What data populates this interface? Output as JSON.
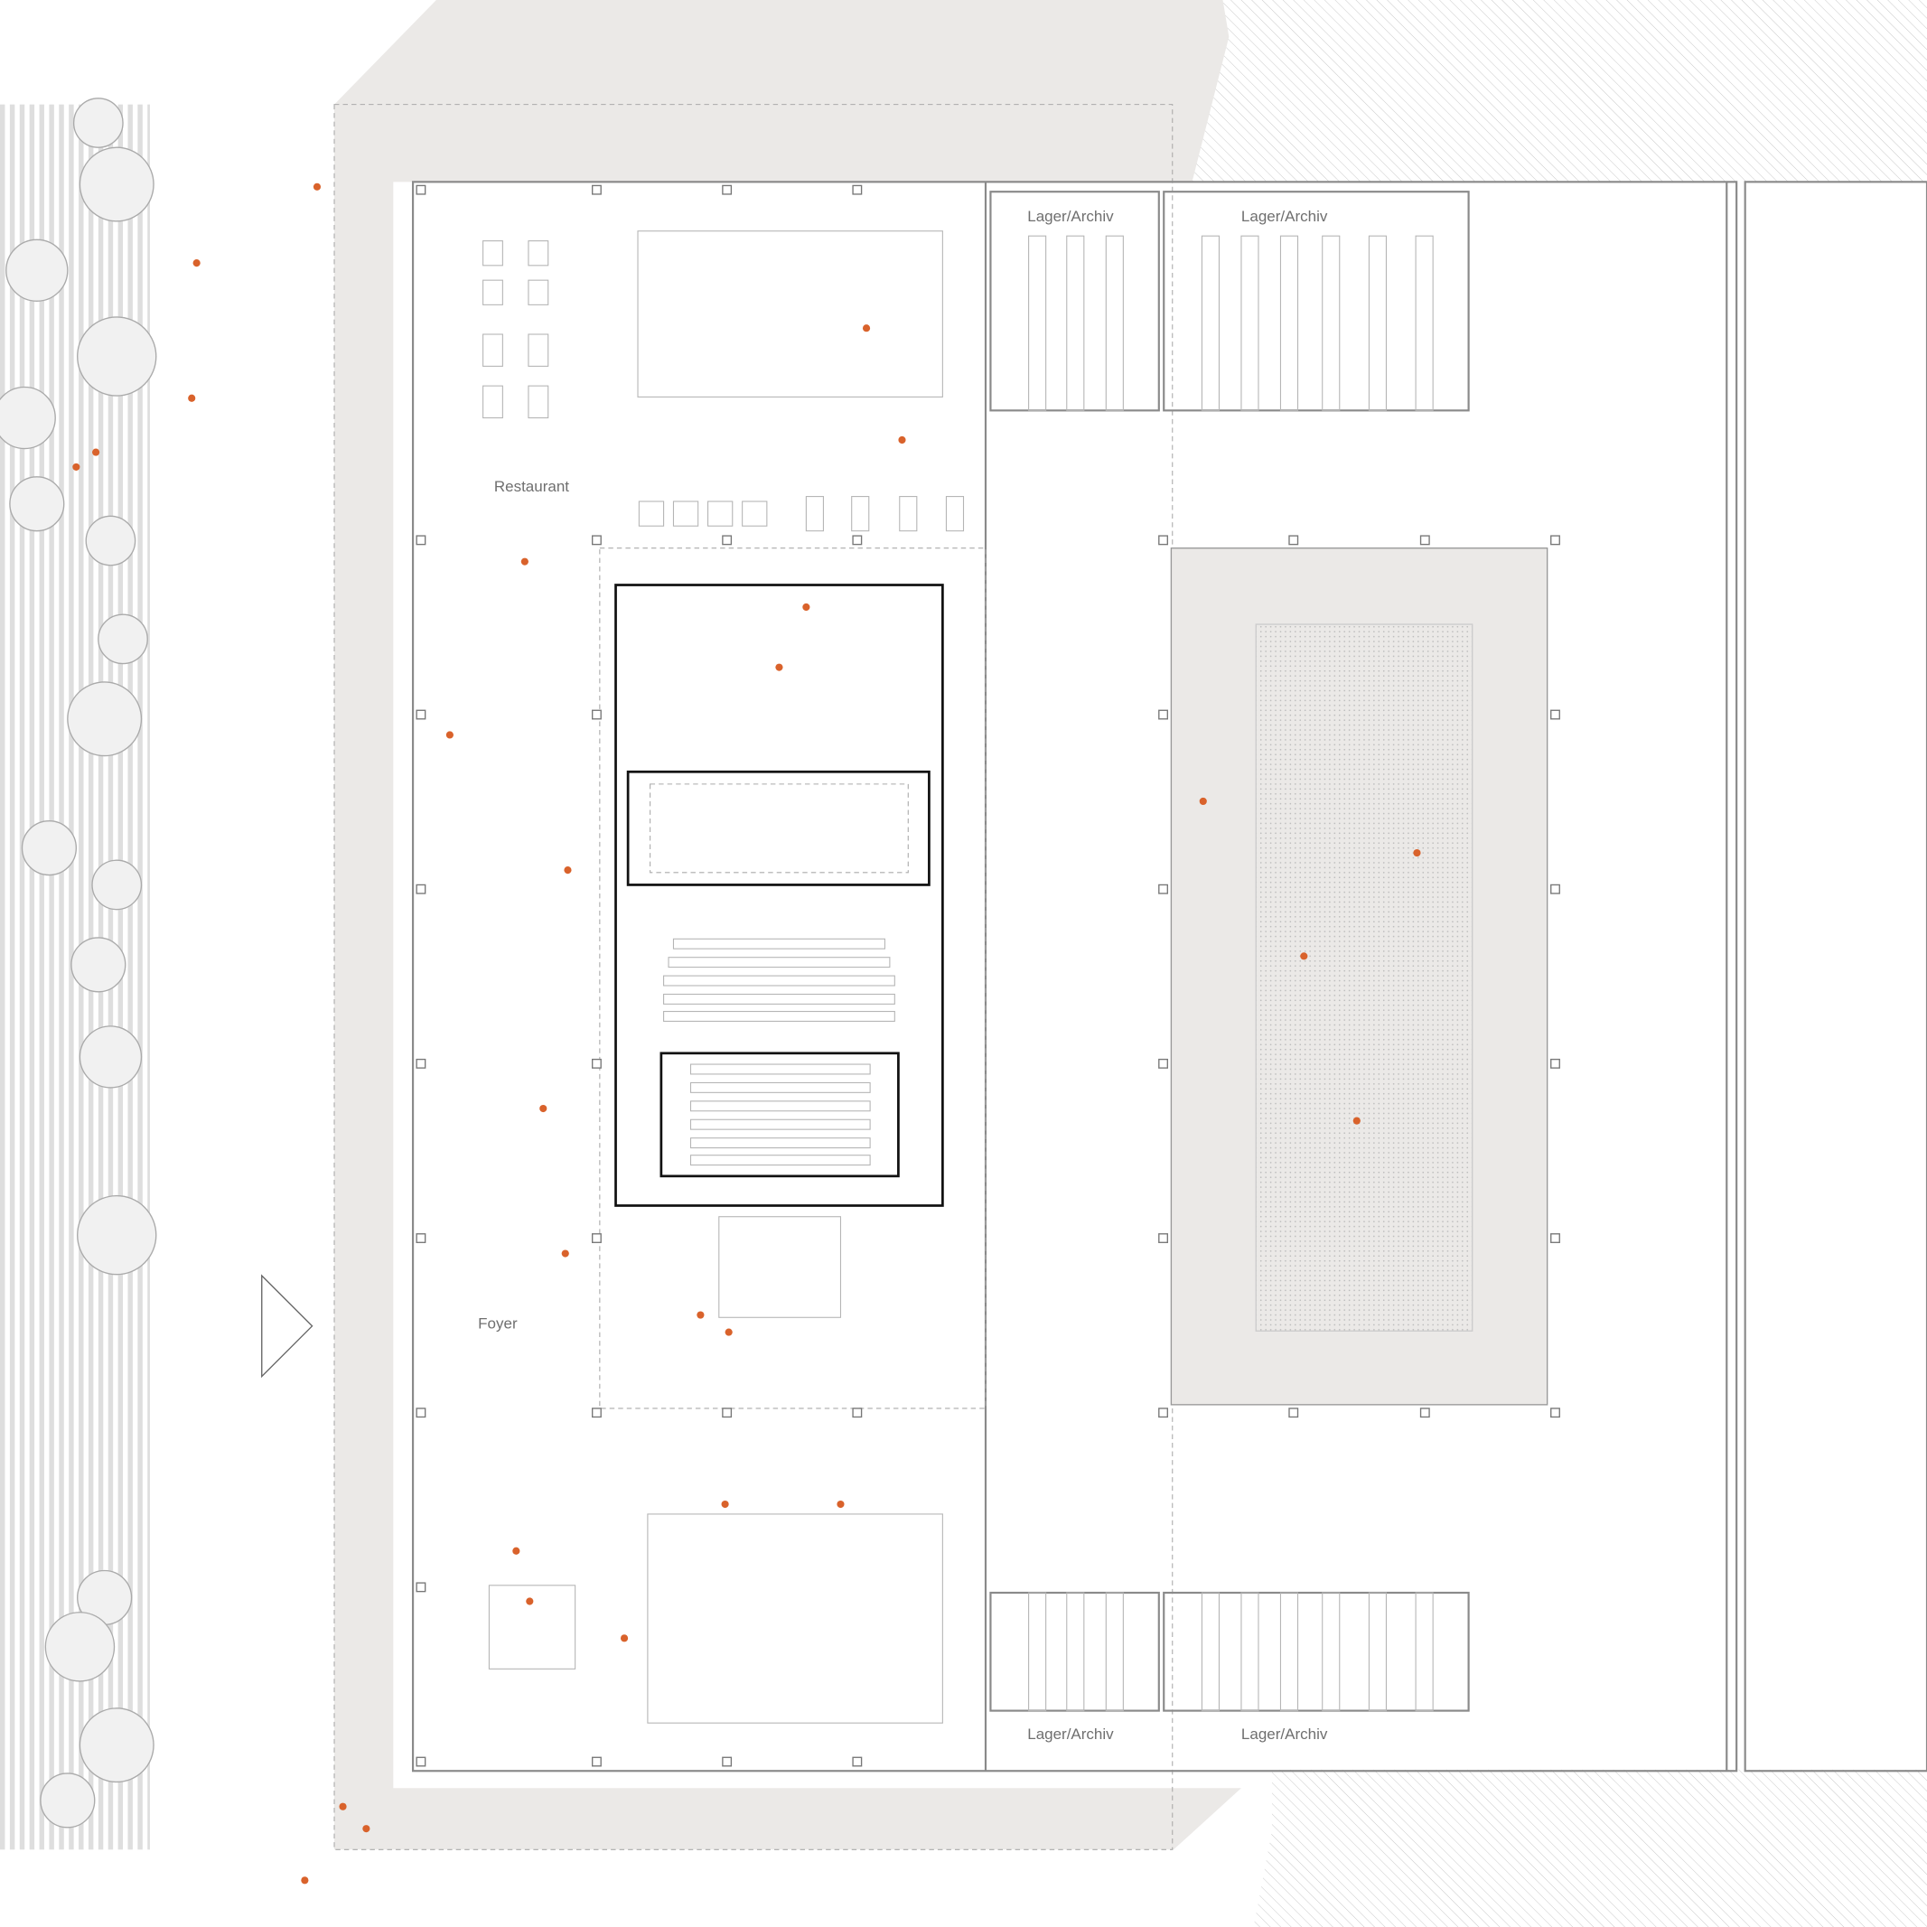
{
  "title": "Floor plan",
  "rooms": {
    "restaurant": "Restaurant",
    "foyer": "Foyer",
    "storage_top_left": "Lager/Archiv",
    "storage_top_right": "Lager/Archiv",
    "storage_bottom_left": "Lager/Archiv",
    "storage_bottom_right": "Lager/Archiv"
  },
  "colors": {
    "wall": "#8a8a8a",
    "core_wall": "#111111",
    "ground_fill": "#ebe9e7",
    "people": "#d9622b"
  }
}
